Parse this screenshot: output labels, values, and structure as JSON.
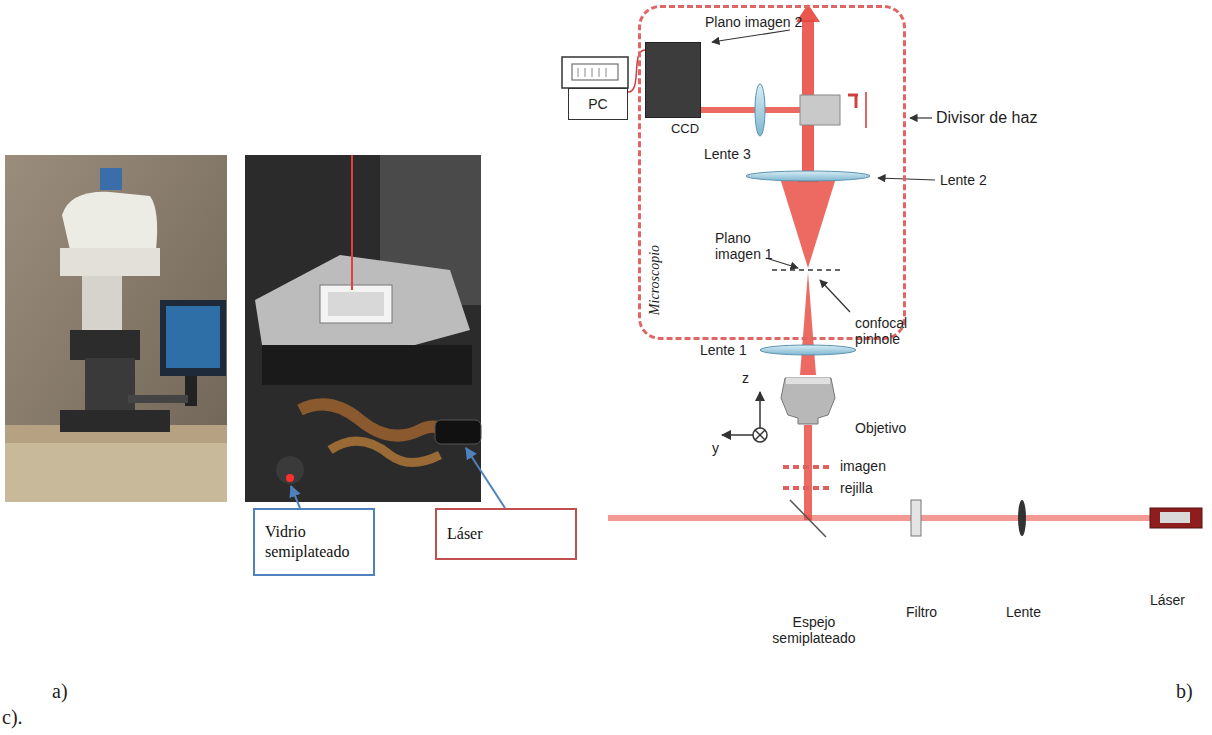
{
  "diagram": {
    "nodes": [
      {
        "text": [
          "Microscopio"
        ]
      },
      {
        "text": [
          "CCD"
        ],
        "in": 0
      },
      {
        "text": [
          "PC"
        ]
      },
      {
        "text": [
          "Vidrio semiplateado"
        ]
      },
      {
        "text": [
          "Láser"
        ]
      }
    ],
    "edges": [
      {
        "from": 2,
        "to": 1,
        "arrow": "none"
      }
    ],
    "labels": [
      "Plano imagen 2",
      "Divisor de haz",
      "Lente 3",
      "Lente 2",
      "Plano imagen 1",
      "confocal pinhole",
      "Lente 1",
      "Objetivo",
      "z",
      "y",
      "imagen",
      "rejilla",
      "Láser",
      "Espejo semiplateado",
      "Filtro",
      "Lente",
      "a)",
      "b)",
      "c)."
    ]
  }
}
